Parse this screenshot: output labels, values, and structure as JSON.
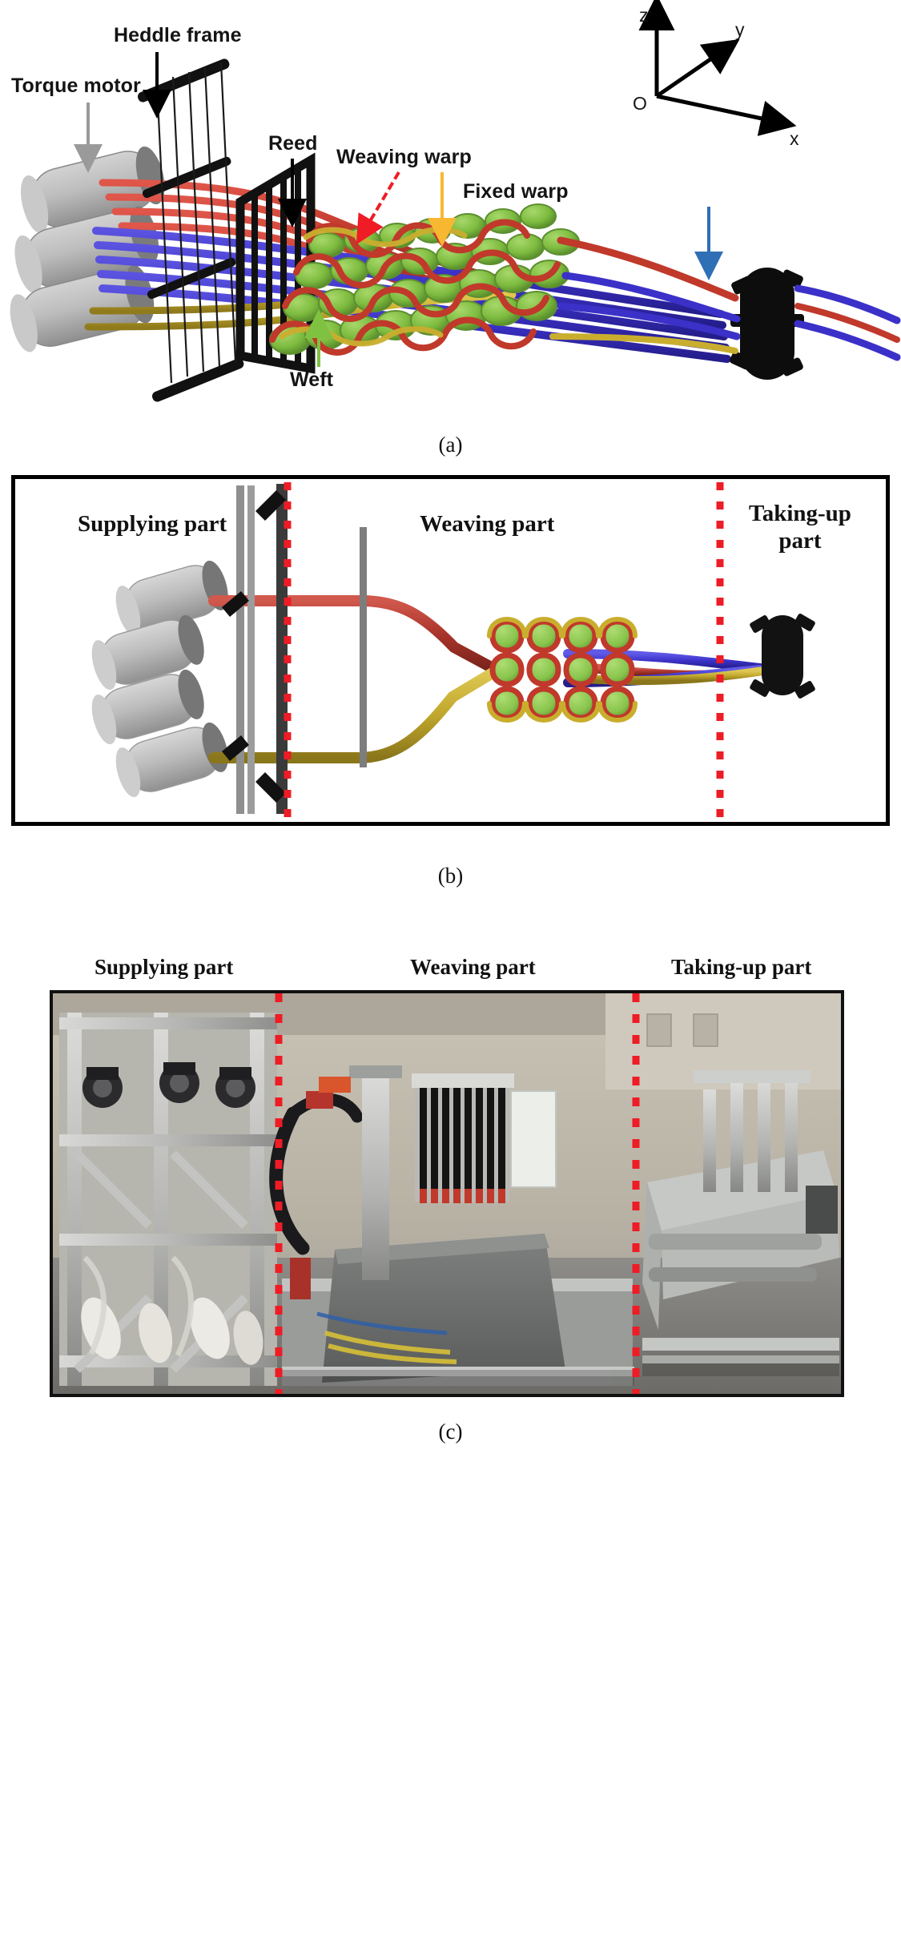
{
  "figure": {
    "panels": [
      {
        "id": "a",
        "caption": "(a)"
      },
      {
        "id": "b",
        "caption": "(b)"
      },
      {
        "id": "c",
        "caption": "(c)"
      }
    ]
  },
  "panel_a": {
    "labels": {
      "torque_motor": "Torque motor",
      "heddle_frame": "Heddle frame",
      "reed": "Reed",
      "weaving_warp": "Weaving warp",
      "fixed_warp": "Fixed warp",
      "weft": "Weft"
    },
    "axes": {
      "origin": "O",
      "x": "x",
      "y": "y",
      "z": "z"
    },
    "arrow_colors": {
      "torque_motor": "#9a9a9a",
      "heddle_frame": "#000000",
      "reed": "#000000",
      "weaving_warp_red": "#ef1c25",
      "weaving_warp_yellow": "#f7b731",
      "fixed_warp": "#2f6fb5",
      "weft": "#7fc241"
    },
    "yarn_colors": {
      "red_warp": "#c0392b",
      "blue_warp": "#3b31c8",
      "yellow_warp": "#c9ae2e",
      "weft_green": "#7dbb3f",
      "roller_grey": "#b3b3b3",
      "roller_dark": "#6e6e6e",
      "frame_black": "#111111"
    }
  },
  "panel_b": {
    "zones": [
      {
        "name": "supplying",
        "label": "Supplying part"
      },
      {
        "name": "weaving",
        "label": "Weaving part"
      },
      {
        "name": "takingup",
        "label": "Taking-up\npart",
        "line1": "Taking-up",
        "line2": "part"
      }
    ],
    "divider_color": "#ee1c25",
    "divider_style": "dotted",
    "border_color": "#000000"
  },
  "panel_c": {
    "zones": [
      {
        "name": "supplying",
        "label": "Supplying part"
      },
      {
        "name": "weaving",
        "label": "Weaving part"
      },
      {
        "name": "takingup",
        "label": "Taking-up part"
      }
    ],
    "divider_color": "#ee1c25",
    "photo_alt": "photograph-of-3d-weaving-machine"
  }
}
